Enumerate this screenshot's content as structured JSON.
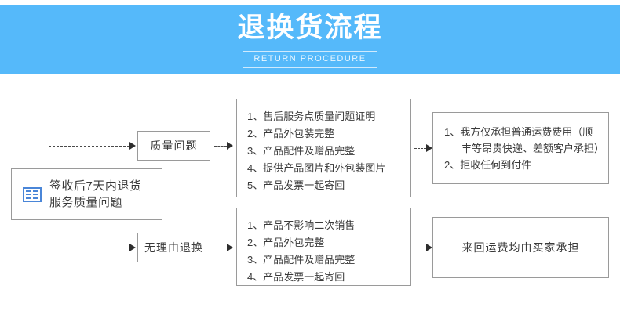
{
  "header": {
    "title": "退换货流程",
    "subtitle": "RETURN PROCEDURE",
    "background_color": "#55b9fa",
    "title_color": "#ffffff"
  },
  "flow": {
    "origin": {
      "icon": "list-form-icon",
      "icon_color": "#4a86d8",
      "line1": "签收后7天内退货",
      "line2": "服务质量问题"
    },
    "branches": [
      {
        "stage_label": "质量问题",
        "requirements": [
          "1、售后服务点质量问题证明",
          "2、产品外包装完整",
          "3、产品配件及赠品完整",
          "4、提供产品图片和外包装图片",
          "5、产品发票一起寄回"
        ],
        "outcome": [
          {
            "main": "1、我方仅承担普通运费费用（顺",
            "cont": "丰等昂贵快递、差额客户承担）"
          },
          {
            "main": "2、拒收任何到付件",
            "cont": ""
          }
        ]
      },
      {
        "stage_label": "无理由退换",
        "requirements": [
          "1、产品不影响二次销售",
          "2、产品外包完整",
          "3、产品配件及赠品完整",
          "4、产品发票一起寄回"
        ],
        "outcome_single": "来回运费均由买家承担"
      }
    ]
  },
  "colors": {
    "box_border": "#9a9a9a",
    "connector": "#4a4a4a",
    "text": "#3a3a3a"
  }
}
